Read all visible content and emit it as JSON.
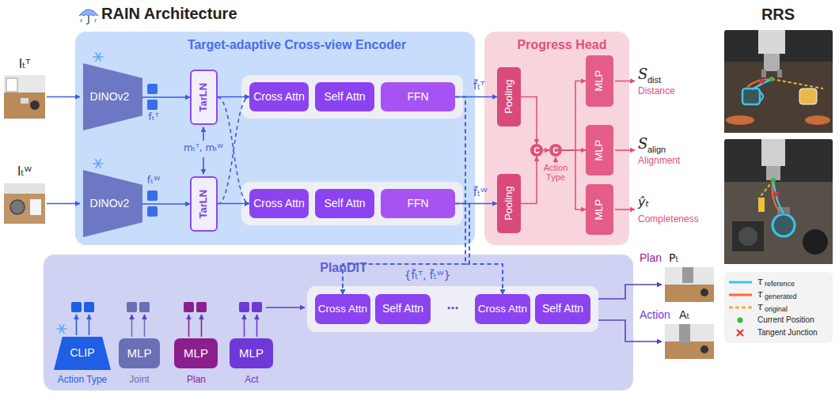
{
  "diagram": {
    "title": "RAIN Architecture",
    "nodes": [
      {
        "text": [
          "Target-adaptive Cross-view Encoder"
        ]
      },
      {
        "text": [
          "DINOv2"
        ],
        "in": 0
      },
      {
        "text": [
          "DINOv2"
        ],
        "in": 0
      },
      {
        "text": [
          "TarLN"
        ],
        "in": 0
      },
      {
        "text": [
          "TarLN"
        ],
        "in": 0
      },
      {
        "text": [
          "Cross Attn"
        ],
        "in": 0
      },
      {
        "text": [
          "Self Attn"
        ],
        "in": 0
      },
      {
        "text": [
          "FFN"
        ],
        "in": 0
      },
      {
        "text": [
          "Cross Attn"
        ],
        "in": 0
      },
      {
        "text": [
          "Self Attn"
        ],
        "in": 0
      },
      {
        "text": [
          "FFN"
        ],
        "in": 0
      },
      {
        "text": [
          "Progress Head"
        ]
      },
      {
        "text": [
          "Pooling"
        ],
        "in": 11
      },
      {
        "text": [
          "Pooling"
        ],
        "in": 11
      },
      {
        "text": [
          "C"
        ],
        "in": 11
      },
      {
        "text": [
          "C"
        ],
        "in": 11
      },
      {
        "text": [
          "MLP"
        ],
        "in": 11
      },
      {
        "text": [
          "MLP"
        ],
        "in": 11
      },
      {
        "text": [
          "MLP"
        ],
        "in": 11
      },
      {
        "text": [
          "PlanDiT"
        ]
      },
      {
        "text": [
          "CLIP"
        ],
        "in": 19
      },
      {
        "text": [
          "MLP"
        ],
        "in": 19
      },
      {
        "text": [
          "MLP"
        ],
        "in": 19
      },
      {
        "text": [
          "MLP"
        ],
        "in": 19
      },
      {
        "text": [
          "Cross Attn"
        ],
        "in": 19
      },
      {
        "text": [
          "Self Attn"
        ],
        "in": 19
      },
      {
        "text": [
          "Cross Attn"
        ],
        "in": 19
      },
      {
        "text": [
          "Self Attn"
        ],
        "in": 19
      }
    ],
    "edges": [
      {
        "from": 1,
        "to": 3,
        "arrow": "to"
      },
      {
        "from": 2,
        "to": 4,
        "arrow": "to"
      },
      {
        "from": 3,
        "to": 5,
        "arrow": "to"
      },
      {
        "from": 3,
        "to": 8,
        "arrow": "to"
      },
      {
        "from": 4,
        "to": 8,
        "arrow": "to"
      },
      {
        "from": 4,
        "to": 5,
        "arrow": "to"
      },
      {
        "from": 7,
        "to": 12,
        "arrow": "to"
      },
      {
        "from": 10,
        "to": 13,
        "arrow": "to"
      },
      {
        "from": 12,
        "to": 14,
        "arrow": "to"
      },
      {
        "from": 13,
        "to": 14,
        "arrow": "to"
      },
      {
        "from": 14,
        "to": 15,
        "arrow": "to"
      },
      {
        "from": 15,
        "to": 16,
        "arrow": "to"
      },
      {
        "from": 15,
        "to": 17,
        "arrow": "to"
      },
      {
        "from": 15,
        "to": 18,
        "arrow": "to"
      },
      {
        "from": 7,
        "to": 24,
        "arrow": "to"
      },
      {
        "from": 7,
        "to": 26,
        "arrow": "to"
      },
      {
        "from": 10,
        "to": 24,
        "arrow": "to"
      },
      {
        "from": 10,
        "to": 26,
        "arrow": "to"
      }
    ],
    "labels": [
      "RRS",
      "Iₜᵀ",
      "Iₜᵂ",
      "fₜᵀ",
      "mₜᵀ, mₜᵂ",
      "fₜᵂ",
      "f̃ₜᵀ",
      "f̃ₜᵂ",
      "Action Type",
      "S",
      "dist",
      "Distance",
      "S",
      "align",
      "Alignment",
      "ŷₜ",
      "Completeness",
      "{f̃ₜᵀ, f̃ₜᵂ}",
      "...",
      "Action Type",
      "Joint",
      "Plan",
      "Act",
      "Plan",
      "Pₜ",
      "Action",
      "Aₜ",
      "τ",
      "τ",
      "τ"
    ],
    "legend": [
      {
        "text": "reference"
      },
      {
        "text": "generated"
      },
      {
        "text": "original"
      },
      {
        "text": "Current Position"
      },
      {
        "text": "Tangent Junction"
      }
    ]
  }
}
